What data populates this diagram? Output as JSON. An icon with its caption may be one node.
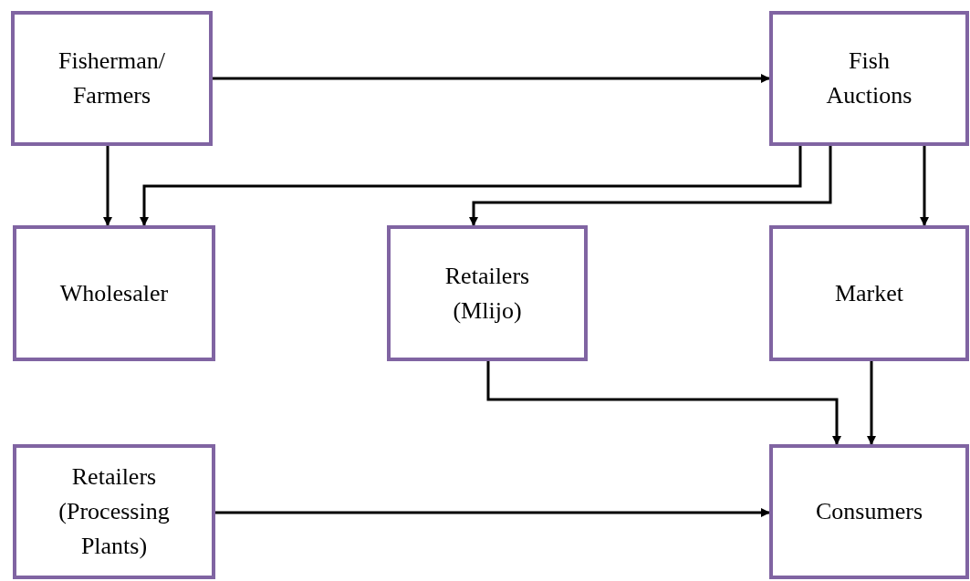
{
  "diagram": {
    "nodes": [
      {
        "text": [
          "Fisherman/ Farmers"
        ]
      },
      {
        "text": [
          "Fish Auctions"
        ]
      },
      {
        "text": [
          "Wholesaler"
        ]
      },
      {
        "text": [
          "Retailers (Mlijo)"
        ]
      },
      {
        "text": [
          "Market"
        ]
      },
      {
        "text": [
          "Retailers (Processing Plants)"
        ]
      },
      {
        "text": [
          "Consumers"
        ]
      }
    ],
    "edges": [
      {
        "from": 0,
        "to": 1,
        "arrow": "to"
      },
      {
        "from": 0,
        "to": 2,
        "arrow": "to"
      },
      {
        "from": 1,
        "to": 2,
        "arrow": "to"
      },
      {
        "from": 1,
        "to": 3,
        "arrow": "to"
      },
      {
        "from": 1,
        "to": 4,
        "arrow": "to"
      },
      {
        "from": 3,
        "to": 6,
        "arrow": "to"
      },
      {
        "from": 4,
        "to": 6,
        "arrow": "to"
      },
      {
        "from": 5,
        "to": 6,
        "arrow": "to"
      }
    ]
  }
}
